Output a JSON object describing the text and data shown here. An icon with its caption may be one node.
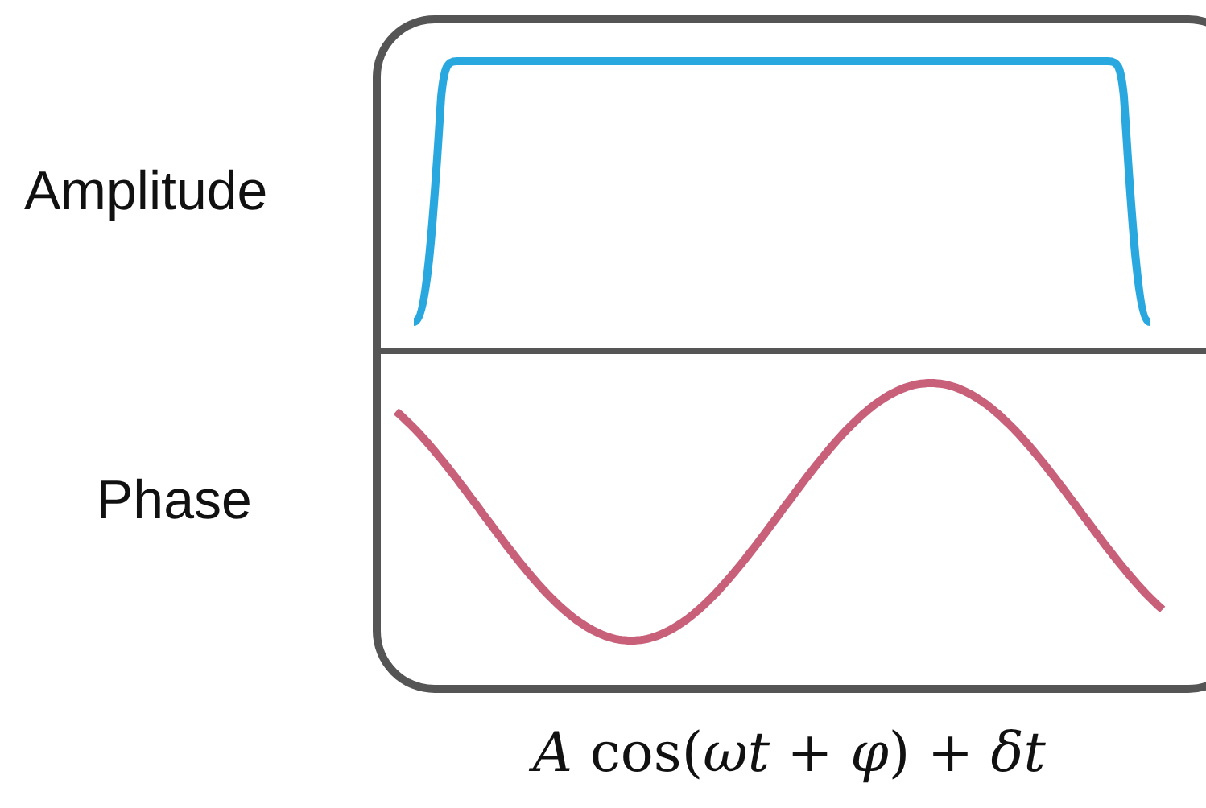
{
  "diagram": {
    "caption": "*A* cos(*ωt* + *φ*) + *δt*",
    "labels": [
      "Amplitude",
      "Phase"
    ]
  }
}
